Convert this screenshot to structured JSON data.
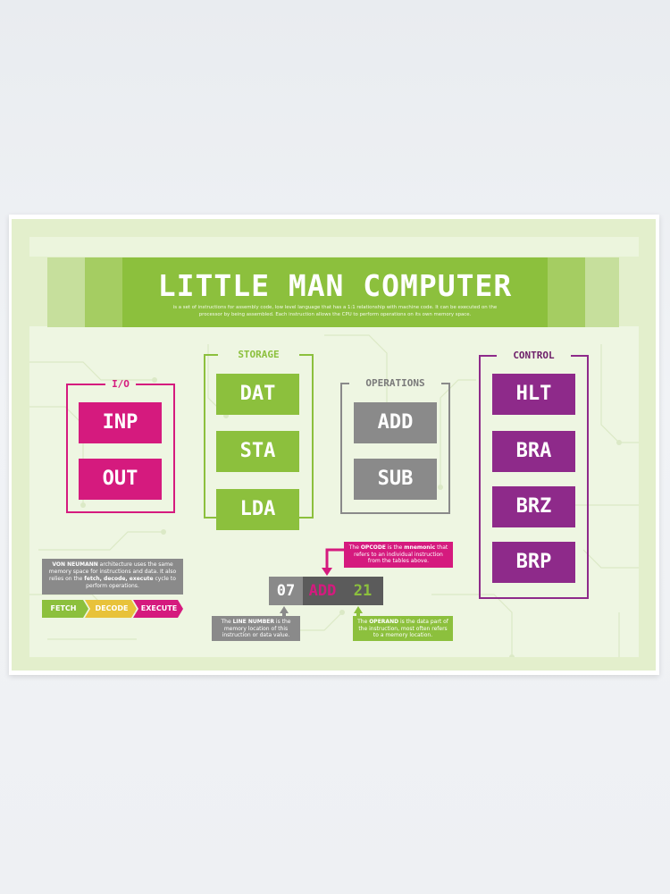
{
  "title": "LITTLE MAN COMPUTER",
  "subtitle_line1": "is a set of instructions for assembly code, low level language that has a 1:1 relationship with machine code. It can be executed on the",
  "subtitle_line2": "processor by being assembled. Each instruction allows the CPU to perform operations on its own memory space.",
  "groups": {
    "io": {
      "label": "I/O",
      "items": [
        "INP",
        "OUT"
      ]
    },
    "storage": {
      "label": "STORAGE",
      "items": [
        "DAT",
        "STA",
        "LDA"
      ]
    },
    "operations": {
      "label": "OPERATIONS",
      "items": [
        "ADD",
        "SUB"
      ]
    },
    "control": {
      "label": "CONTROL",
      "items": [
        "HLT",
        "BRA",
        "BRZ",
        "BRP"
      ]
    }
  },
  "von_neumann": {
    "b1": "VON NEUMANN",
    "t1": " architecture uses the same memory space for instructions and data. It also relies on the ",
    "b2": "fetch, decode, execute",
    "t2": " cycle to perform operations."
  },
  "cycle": [
    "FETCH",
    "DECODE",
    "EXECUTE"
  ],
  "example": {
    "line_number": "07",
    "opcode": "ADD",
    "operand": "21"
  },
  "opcode_note": {
    "t1": "The ",
    "b1": "OPCODE",
    "t2": " is the ",
    "b2": "mnemonic",
    "t3": " that refers to an individual instruction from the tables above."
  },
  "line_note": {
    "t1": "The ",
    "b1": "LINE NUMBER",
    "t2": " is the memory location of this instruction or data value."
  },
  "operand_note": {
    "t1": "The ",
    "b1": "OPERAND",
    "t2": " is the data part of the instruction, most often refers to a memory location."
  },
  "colors": {
    "green": "#8cc03d",
    "magenta": "#d51a7e",
    "gray": "#8a8a8a",
    "purple": "#8e2a8a",
    "yellow": "#e8c23a"
  }
}
